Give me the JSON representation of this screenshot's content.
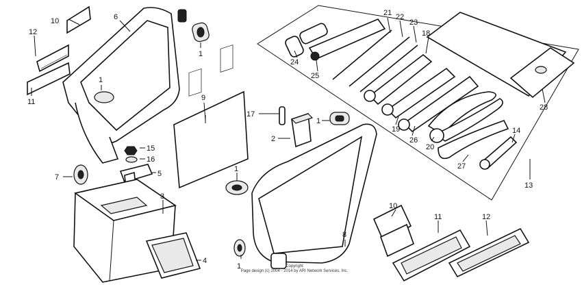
{
  "copyright": {
    "line1": "Copyright",
    "line2": "Page design (c) 2004 - 2014 by ARI Network Services, Inc."
  },
  "callouts": {
    "c1": "1",
    "c2": "2",
    "c3": "3",
    "c4": "4",
    "c5": "5",
    "c6": "6",
    "c7": "7",
    "c8": "8",
    "c9": "9",
    "c10": "10",
    "c11": "11",
    "c12": "12",
    "c13": "13",
    "c14": "14",
    "c15": "15",
    "c16": "16",
    "c17": "17",
    "c18": "18",
    "c19": "19",
    "c20": "20",
    "c21": "21",
    "c22": "22",
    "c23": "23",
    "c24": "24",
    "c25": "25",
    "c26": "26",
    "c27": "27",
    "c28": "28"
  }
}
